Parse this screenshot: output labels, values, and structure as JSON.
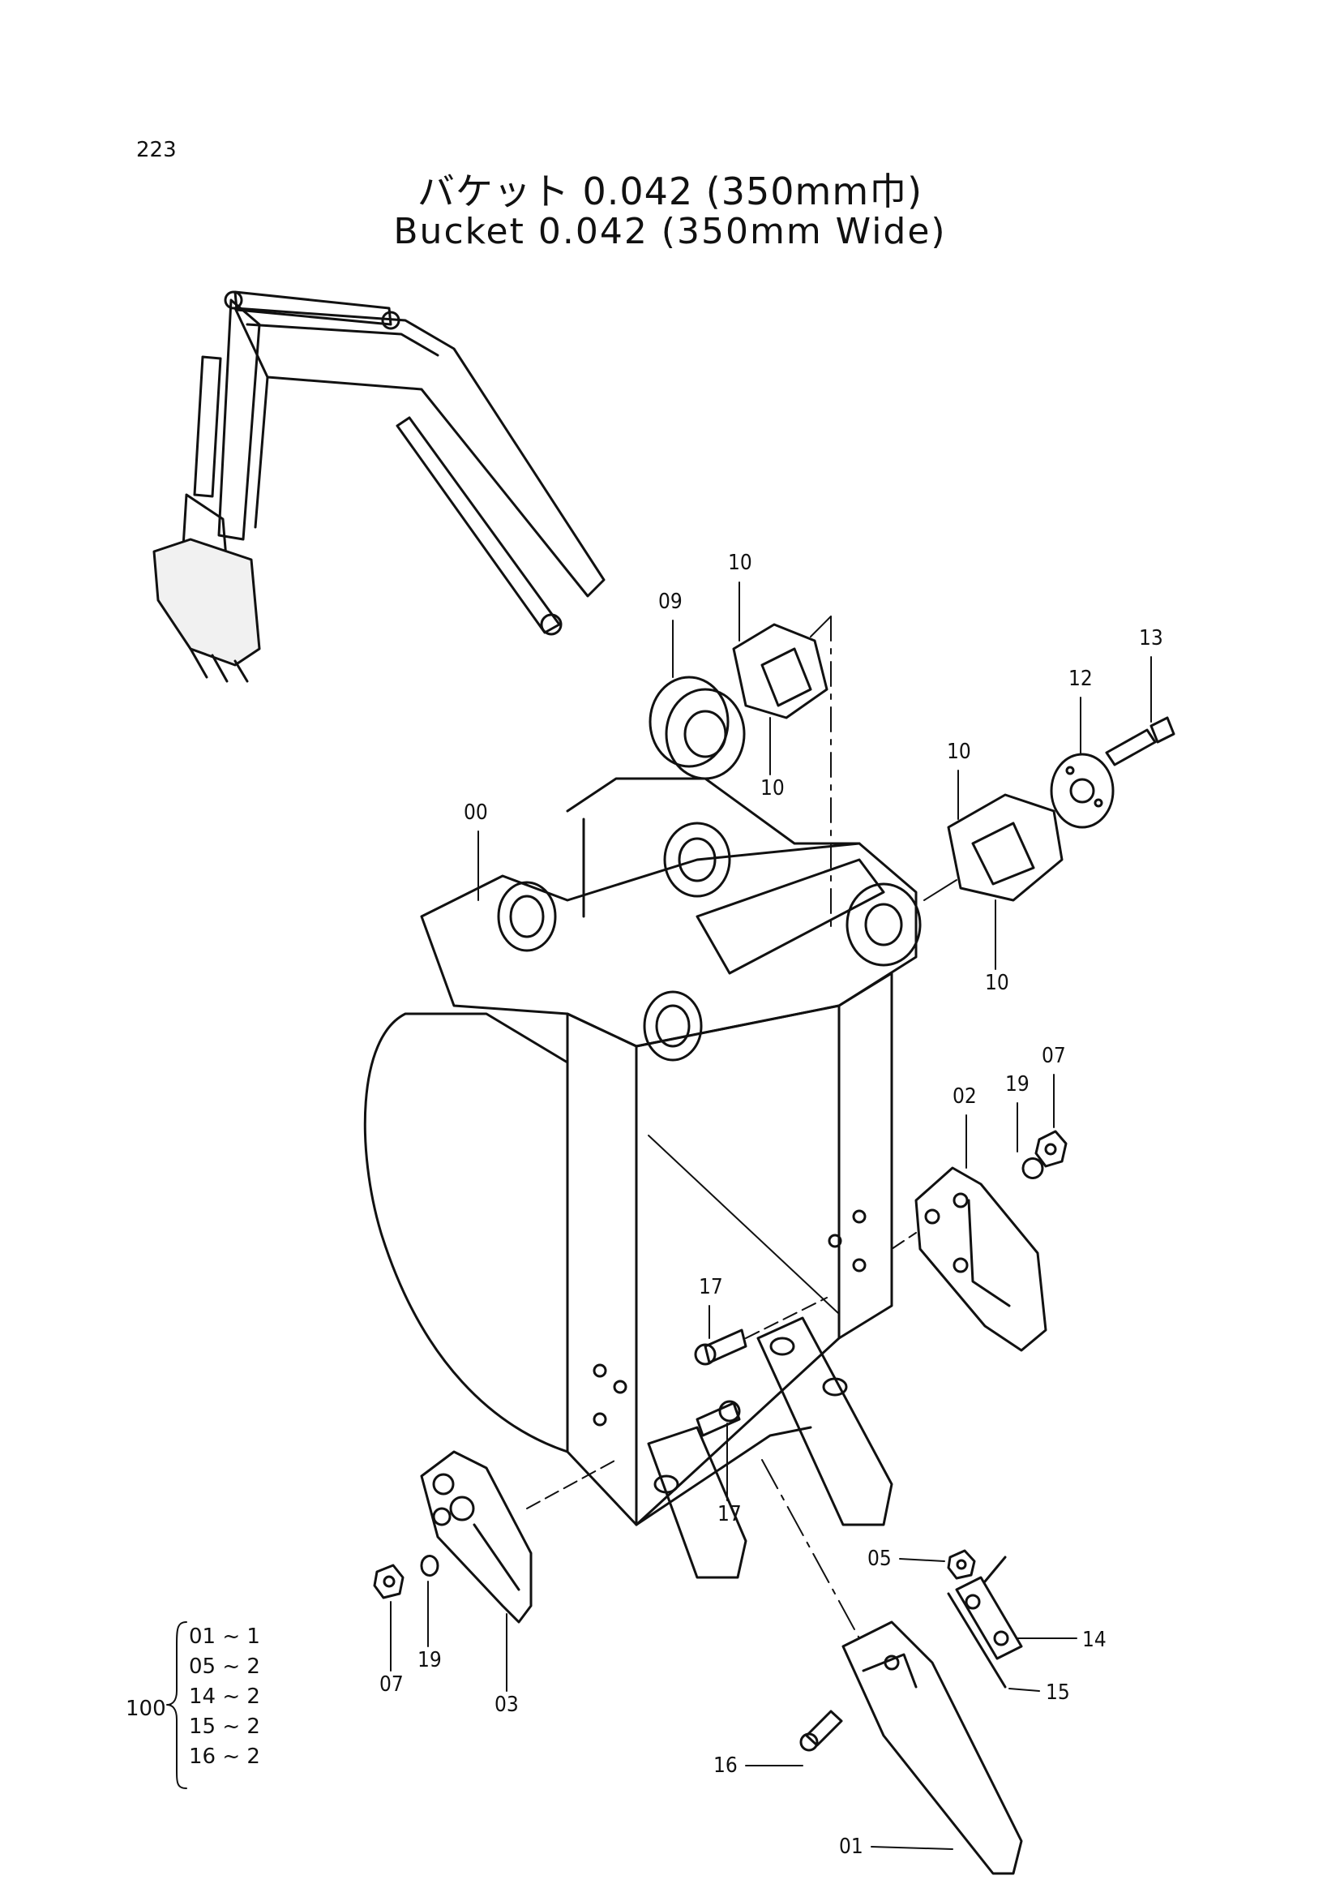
{
  "page": {
    "number": "223"
  },
  "title": {
    "japanese": "バケット 0.042 (350mm巾)",
    "english": "Bucket 0.042 (350mm Wide)"
  },
  "callouts": [
    "00",
    "01",
    "02",
    "03",
    "05",
    "07",
    "07",
    "09",
    "10",
    "10",
    "10",
    "10",
    "12",
    "13",
    "14",
    "15",
    "16",
    "17",
    "17",
    "19",
    "19"
  ],
  "kit": {
    "id": "100",
    "contents": [
      "01 ~ 1",
      "05 ~ 2",
      "14 ~ 2",
      "15 ~ 2",
      "16 ~ 2"
    ]
  }
}
